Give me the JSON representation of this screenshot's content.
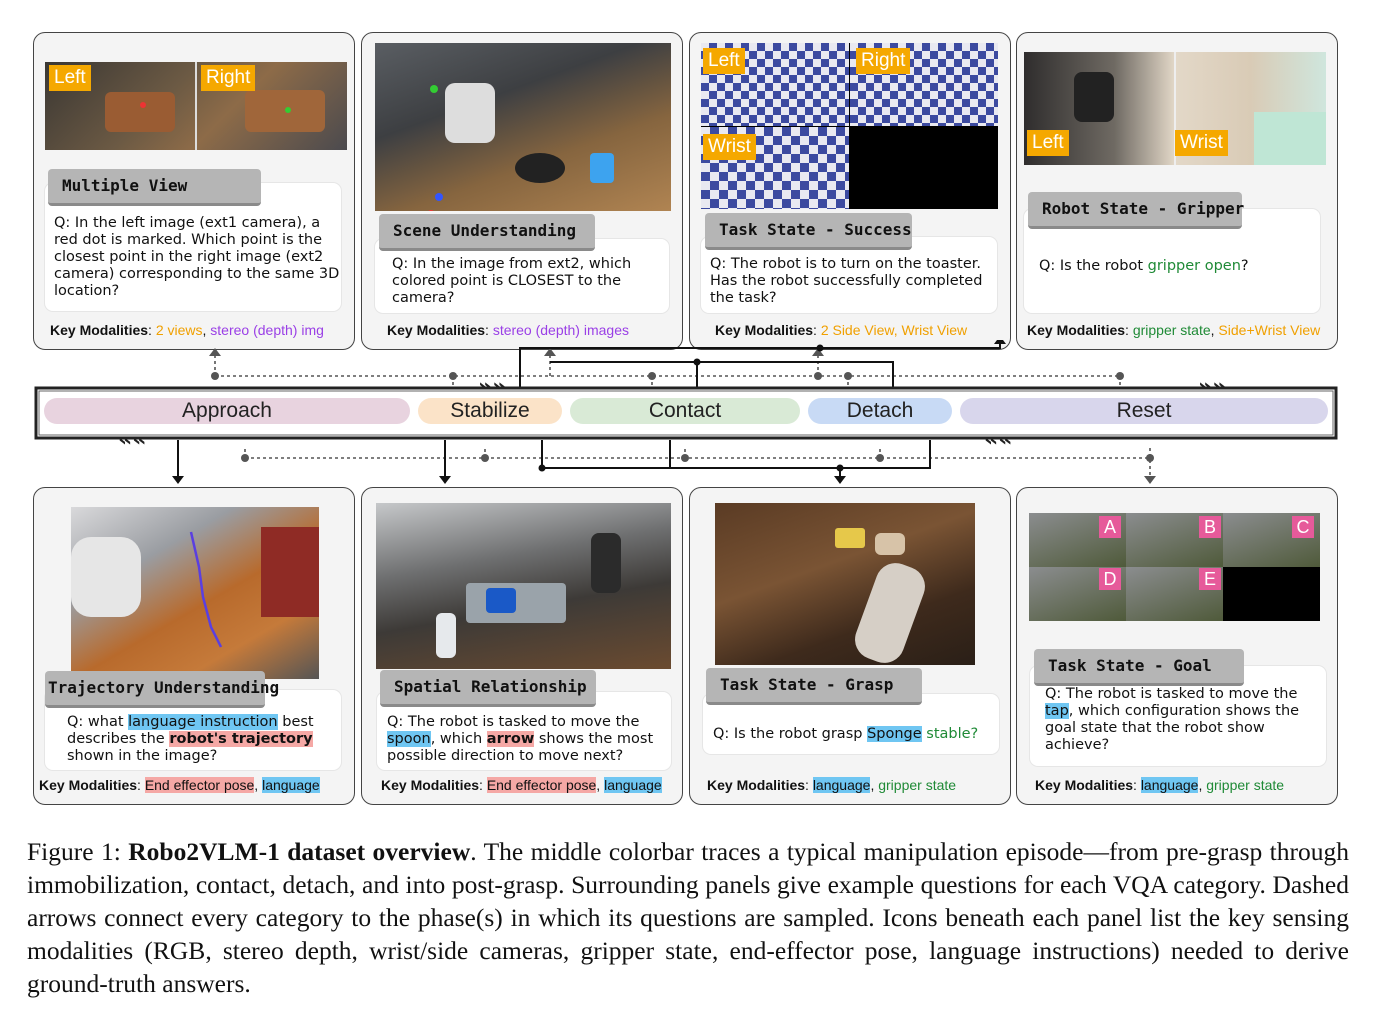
{
  "panels": {
    "multiple_view": {
      "title": "Multiple View",
      "tags": [
        "Left",
        "Right"
      ],
      "question": "Q: In the left image (ext1 camera), a red dot is marked. Which point is the closest point in the right image (ext2 camera) corresponding to the same 3D location?",
      "km_label": "Key Modalities",
      "km_items": [
        "2 views",
        "stereo (depth) img"
      ]
    },
    "scene_understanding": {
      "title": "Scene Understanding",
      "question": "Q: In the image from ext2, which colored point is CLOSEST to the camera?",
      "km_label": "Key Modalities",
      "km_items": [
        "stereo (depth) images"
      ]
    },
    "task_success": {
      "title": "Task State - Success",
      "tags": [
        "Left",
        "Right",
        "Wrist"
      ],
      "question": "Q: The robot is to turn on the toaster. Has the robot successfully completed the task?",
      "km_label": "Key Modalities",
      "km_items": [
        "2 Side View, Wrist View"
      ]
    },
    "robot_gripper": {
      "title": "Robot State - Gripper",
      "tags": [
        "Left",
        "Wrist"
      ],
      "q_prefix": "Q: Is the robot ",
      "q_green": "gripper open",
      "q_suffix": "?",
      "km_label": "Key Modalities",
      "km_items": [
        "gripper state",
        "Side+Wrist View"
      ]
    },
    "trajectory": {
      "title": "Trajectory Understanding",
      "q1": "Q: what ",
      "q_hl1": "language instruction",
      "q2": " best describes the ",
      "q_hl2": "robot's trajectory",
      "q3": " shown in the image?",
      "km_label": "Key Modalities",
      "km_items": [
        "End effector pose",
        "language"
      ]
    },
    "spatial": {
      "title": "Spatial Relationship",
      "q1": "Q: The robot is tasked to move the ",
      "q_hl1": "spoon",
      "q2": ", which ",
      "q_hl2": "arrow",
      "q3": " shows the most possible direction to move next?",
      "km_label": "Key Modalities",
      "km_items": [
        "End effector pose",
        "language"
      ]
    },
    "grasp": {
      "title": "Task State - Grasp",
      "q1": "Q: Is the robot grasp ",
      "q_hl": "Sponge",
      "q_green": " stable?",
      "km_label": "Key Modalities",
      "km_items": [
        "language",
        "gripper state"
      ]
    },
    "goal": {
      "title": "Task State - Goal",
      "tags": [
        "A",
        "B",
        "C",
        "D",
        "E"
      ],
      "q1": "Q: The robot is tasked to move the ",
      "q_hl": "tap",
      "q2": ", which configuration shows the goal state that the robot show achieve?",
      "km_label": "Key Modalities",
      "km_items": [
        "language",
        "gripper state"
      ]
    }
  },
  "phases": [
    "Approach",
    "Stabilize",
    "Contact",
    "Detach",
    "Reset"
  ],
  "phase_colors": [
    "#e8d3df",
    "#fbe3c8",
    "#d9ead6",
    "#c8daf5",
    "#d8d6ec"
  ],
  "caption": {
    "prefix": "Figure 1: ",
    "bold": "Robo2VLM-1 dataset overview",
    "text": ". The middle colorbar traces a typical manipulation episode—from pre-grasp through immobilization, contact, detach, and into post-grasp. Surrounding panels give example questions for each VQA category. Dashed arrows connect every category to the phase(s) in which its questions are sampled. Icons beneath each panel list the key sensing modalities (RGB, stereo depth, wrist/side cameras, gripper state, end-effector pose, language instructions) needed to derive ground-truth answers."
  }
}
